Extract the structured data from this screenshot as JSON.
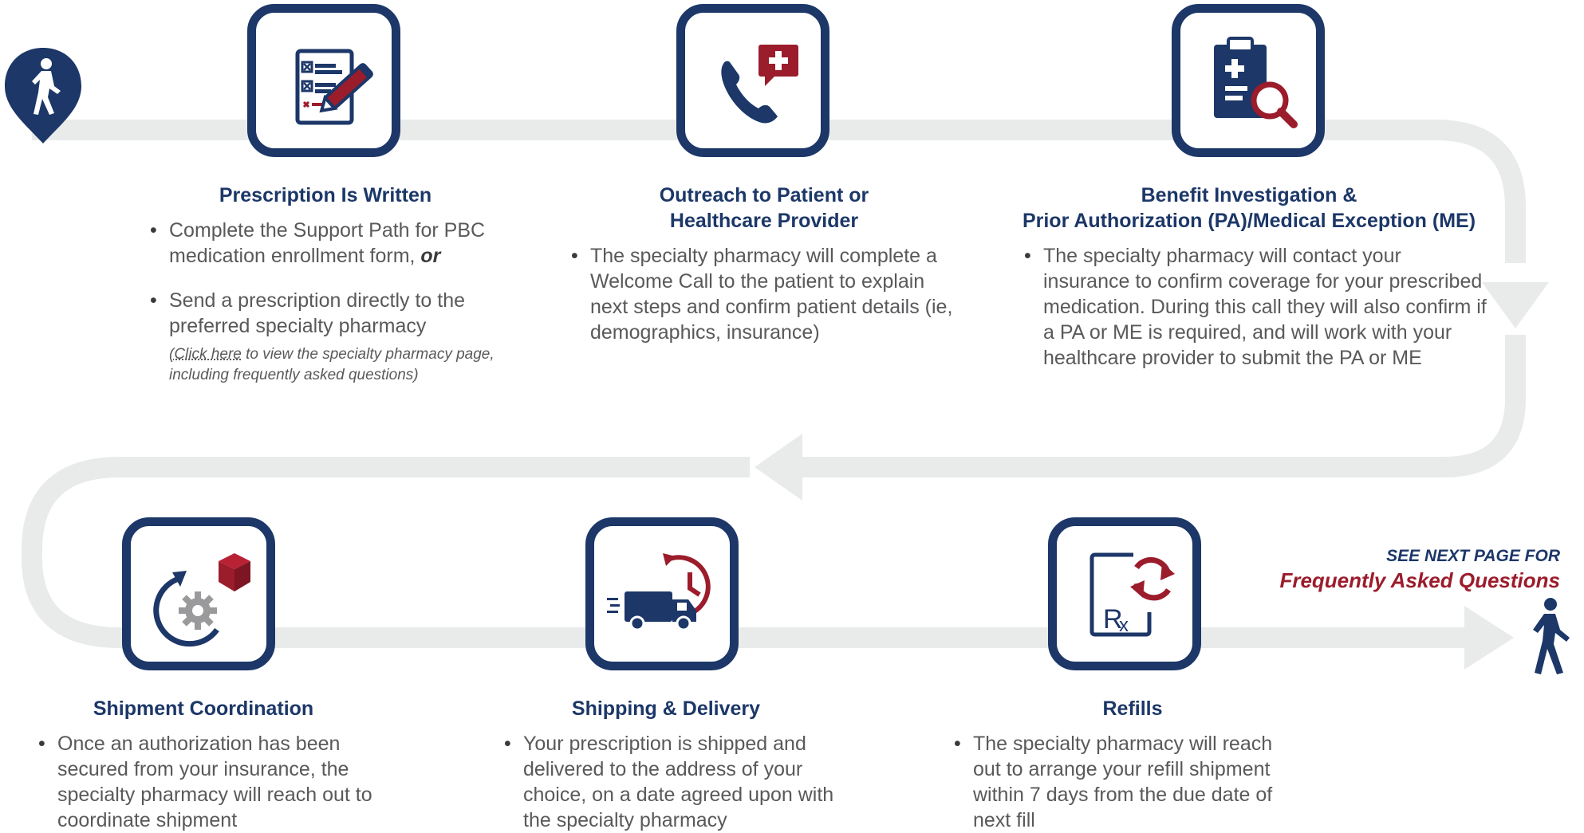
{
  "colors": {
    "navy": "#1c3768",
    "red": "#9b1c2b",
    "track": "#e9ebea",
    "text": "#59595b"
  },
  "steps": [
    {
      "title": "Prescription Is Written",
      "icon": "form-pencil-icon",
      "bullets": [
        {
          "text": "Complete the Support Path for PBC medication enrollment form, ",
          "emph": "or"
        },
        {
          "text": "Send a prescription directly to the preferred specialty pharmacy"
        }
      ],
      "note": {
        "link_text": "(Click here",
        "rest": " to view the specialty pharmacy page, including frequently asked questions)"
      }
    },
    {
      "title_line1": "Outreach to Patient or",
      "title_line2": "Healthcare Provider",
      "icon": "phone-medical-chat-icon",
      "bullets": [
        {
          "text": "The specialty pharmacy will complete a Welcome Call to the patient to explain next steps and confirm patient details (ie, demographics, insurance)"
        }
      ]
    },
    {
      "title_line1": "Benefit Investigation &",
      "title_line2": "Prior Authorization (PA)/Medical Exception (ME)",
      "icon": "clipboard-magnifier-icon",
      "bullets": [
        {
          "text": "The specialty pharmacy will contact your insurance to confirm coverage for your prescribed medication. During this call they will also confirm if a PA or ME is required, and will work with your healthcare provider to submit the PA or ME"
        }
      ]
    },
    {
      "title": "Shipment Coordination",
      "icon": "gear-box-cycle-icon",
      "bullets": [
        {
          "text": "Once an authorization has been secured from your insurance, the specialty pharmacy will reach out to coordinate shipment"
        }
      ]
    },
    {
      "title": "Shipping & Delivery",
      "icon": "delivery-truck-clock-icon",
      "bullets": [
        {
          "text": "Your prescription is shipped and delivered to the address of your choice, on a date agreed upon with the specialty pharmacy"
        }
      ]
    },
    {
      "title": "Refills",
      "icon": "rx-refill-icon",
      "bullets": [
        {
          "text": "The specialty pharmacy will reach out to arrange your refill shipment within 7 days from the due date of next fill"
        }
      ]
    }
  ],
  "see_next": {
    "line1": "SEE NEXT PAGE FOR",
    "line2": "Frequently Asked Questions"
  },
  "icons": {
    "start": "walking-person-pin-icon",
    "end": "walking-person-icon"
  }
}
